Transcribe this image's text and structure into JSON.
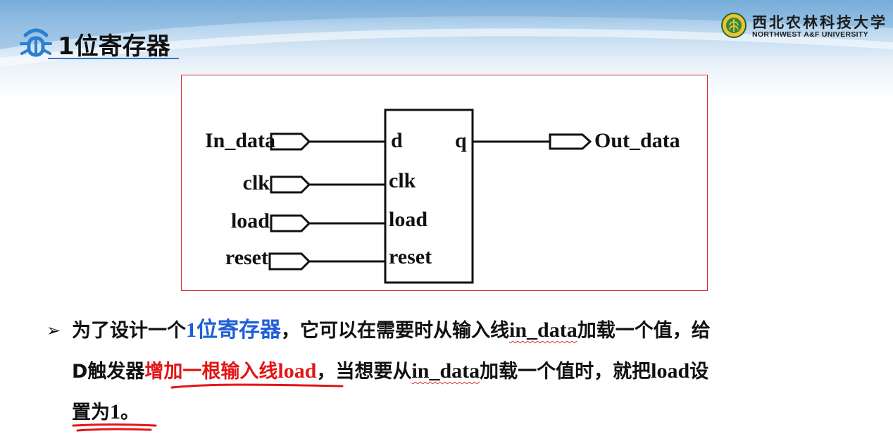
{
  "header": {
    "title": "1位寄存器",
    "logo_cn": "西北农林科技大学",
    "logo_en": "NORTHWEST A&F UNIVERSITY"
  },
  "diagram": {
    "inputs": [
      "In_data",
      "clk",
      "load",
      "reset"
    ],
    "block_ports_left": [
      "d",
      "clk",
      "load",
      "reset"
    ],
    "block_port_right": "q",
    "output": "Out_data"
  },
  "body": {
    "bullet": "➢",
    "line1": {
      "a": "为了设计一个",
      "b": "1位寄存器",
      "c": "，它可以在需要时从输入线",
      "d": "in_data",
      "e": "加载一个值，给"
    },
    "line2": {
      "a": "D触发器",
      "b": "增加一根输入线",
      "c": "load",
      "d": "，当想要从",
      "e": "in_data",
      "f": "加载一个值时，就把",
      "g": "load",
      "h": "设"
    },
    "line3": {
      "a": "置为",
      "b": "1",
      "c": "。"
    }
  },
  "colors": {
    "accent_blue": "#1f5fd6",
    "highlight_red": "#e31515",
    "frame_red": "#d42a2a"
  }
}
